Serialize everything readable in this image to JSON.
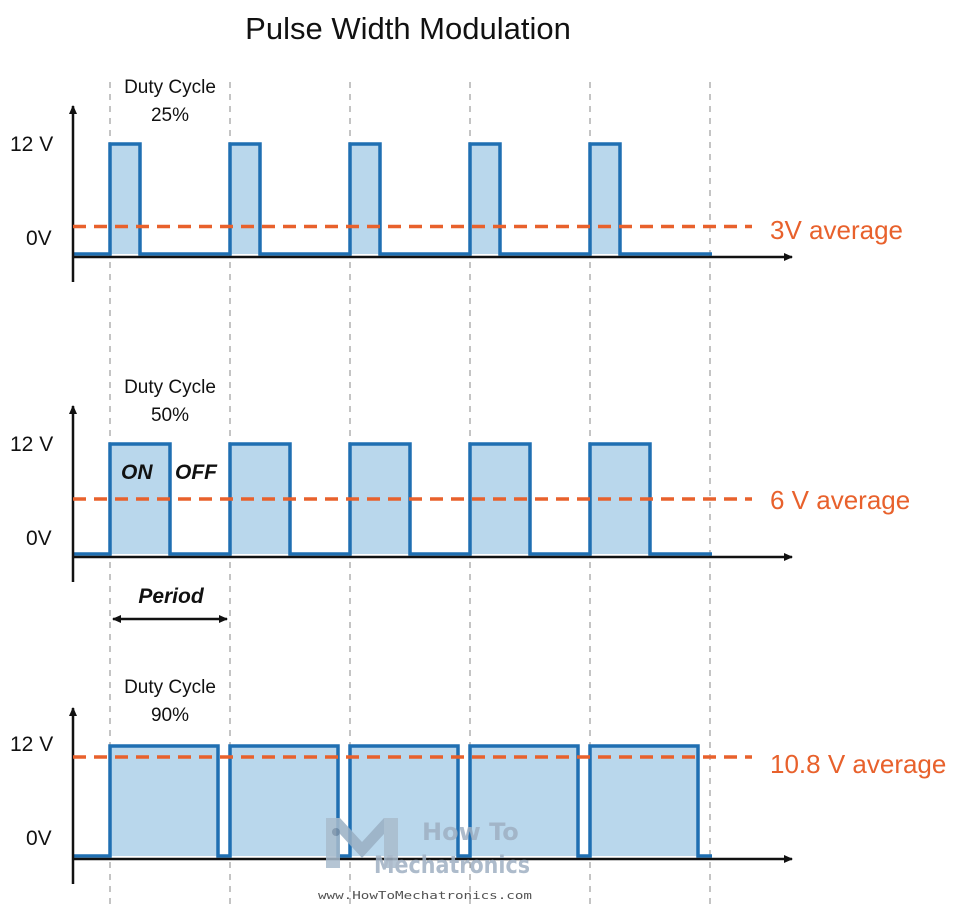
{
  "title": "Pulse Width Modulation",
  "colors": {
    "pulse_stroke": "#1f6fb2",
    "pulse_fill": "#b9d7ec",
    "average_line": "#e8612c",
    "axis": "#111111",
    "period_guides": "#888888"
  },
  "panels": [
    {
      "duty_label": "Duty Cycle",
      "duty_value": "25%",
      "duty": 0.25,
      "high_label": "12 V",
      "low_label": "0V",
      "average_label": "3V average",
      "average_volts": 3
    },
    {
      "duty_label": "Duty Cycle",
      "duty_value": "50%",
      "duty": 0.5,
      "high_label": "12 V",
      "low_label": "0V",
      "average_label": "6 V average",
      "average_volts": 6,
      "on_label": "ON",
      "off_label": "OFF"
    },
    {
      "duty_label": "Duty Cycle",
      "duty_value": "90%",
      "duty": 0.9,
      "high_label": "12 V",
      "low_label": "0V",
      "average_label": "10.8 V average",
      "average_volts": 10.8
    }
  ],
  "supply_volts": 12,
  "period_count": 5,
  "period_label": "Period",
  "watermark": {
    "line1": "How To",
    "line2": "Mechatronics",
    "url": "www.HowToMechatronics.com"
  }
}
